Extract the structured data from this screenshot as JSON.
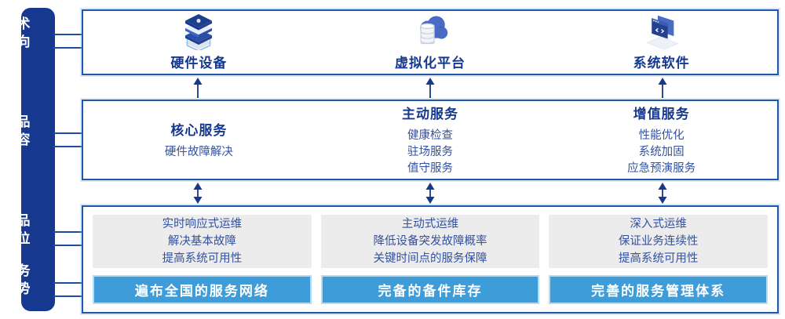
{
  "colors": {
    "sidebar_blue": "#16388E",
    "box_border_blue": "#2157A8",
    "connector_blue": "#1E4CA1",
    "heading_navy": "#16388E",
    "body_navy": "#33519E",
    "advantage_bar_blue": "#3E9CD9",
    "advantage_bar_outline": "#B4DCF4",
    "positioning_gray": "#ECECEC",
    "arrow_navy": "#16388E",
    "background": "#FFFFFF"
  },
  "sidebar": {
    "sections": [
      {
        "name": "tech-direction",
        "lines": [
          "技术",
          "方向"
        ]
      },
      {
        "name": "product-content",
        "lines": [
          "产品",
          "内容"
        ]
      },
      {
        "name": "product-positioning",
        "lines": [
          "产品",
          "定位"
        ]
      },
      {
        "name": "service-advantage",
        "lines": [
          "服务",
          "优势"
        ]
      }
    ]
  },
  "tech_row": {
    "items": [
      {
        "icon": "hardware-stack-icon",
        "label": "硬件设备"
      },
      {
        "icon": "cloud-database-icon",
        "label": "虚拟化平台"
      },
      {
        "icon": "code-window-icon",
        "label": "系统软件"
      }
    ]
  },
  "service_row": {
    "columns": [
      {
        "title": "核心服务",
        "items": [
          "硬件故障解决"
        ]
      },
      {
        "title": "主动服务",
        "items": [
          "健康检查",
          "驻场服务",
          "值守服务"
        ]
      },
      {
        "title": "增值服务",
        "items": [
          "性能优化",
          "系统加固",
          "应急预演服务"
        ]
      }
    ]
  },
  "bottom_row": {
    "columns": [
      {
        "positioning": [
          "实时响应式运维",
          "解决基本故障",
          "提高系统可用性"
        ],
        "advantage": "遍布全国的服务网络"
      },
      {
        "positioning": [
          "主动式运维",
          "降低设备突发故障概率",
          "关键时间点的服务保障"
        ],
        "advantage": "完备的备件库存"
      },
      {
        "positioning": [
          "深入式运维",
          "保证业务连续性",
          "提高系统可用性"
        ],
        "advantage": "完善的服务管理体系"
      }
    ]
  }
}
